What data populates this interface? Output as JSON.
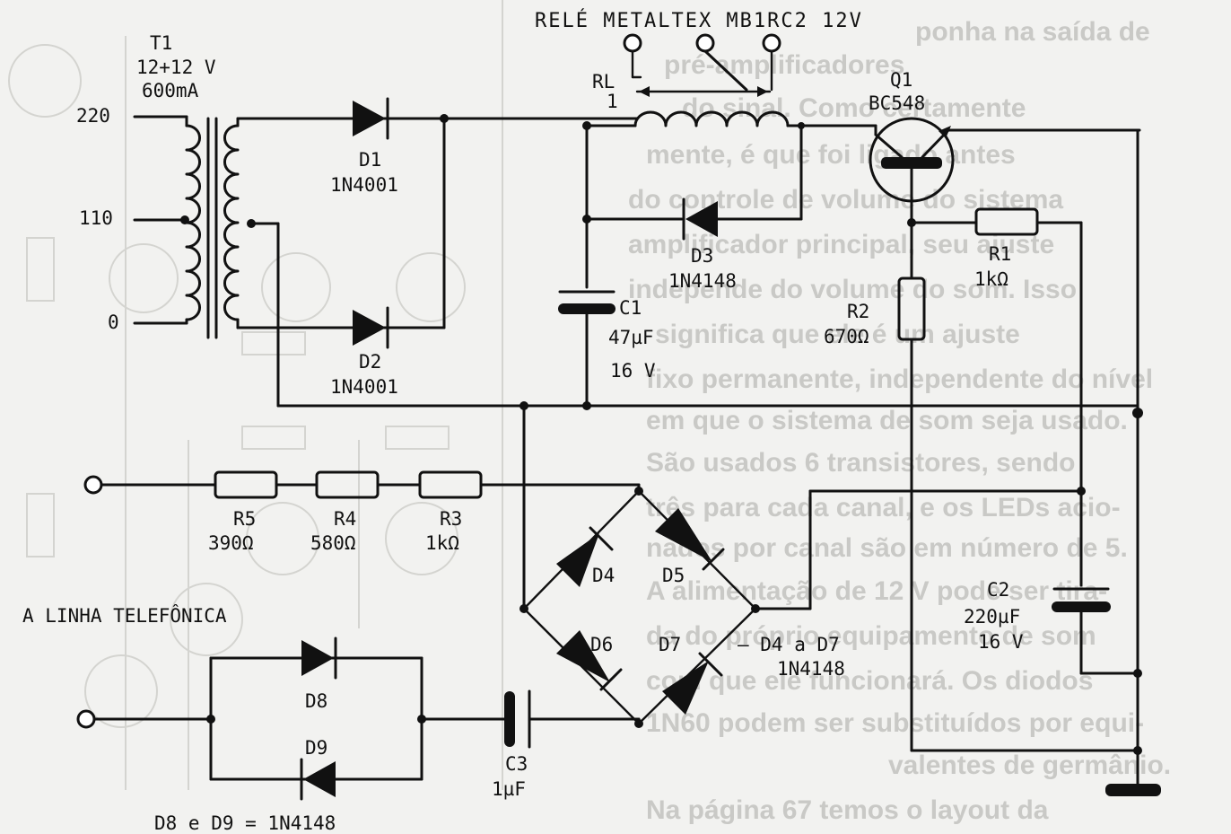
{
  "title": "RELÉ METALTEX MB1RC2 12V",
  "labels": {
    "t1_name": "T1",
    "t1_rating": "12+12 V",
    "t1_current": "600mA",
    "v220": "220",
    "v110": "110",
    "v0": "0",
    "d1": "D1",
    "d1_part": "1N4001",
    "d2": "D2",
    "d2_part": "1N4001",
    "rl": "RL",
    "rl_num": "1",
    "d3": "D3",
    "d3_part": "1N4148",
    "c1": "C1",
    "c1_value": "47µF",
    "c1_voltage": "16 V",
    "q1": "Q1",
    "q1_part": "BC548",
    "r1": "R1",
    "r1_value": "1kΩ",
    "r2": "R2",
    "r2_value": "670Ω",
    "r5": "R5",
    "r5_value": "390Ω",
    "r4": "R4",
    "r4_value": "580Ω",
    "r3": "R3",
    "r3_value": "1kΩ",
    "line": "A LINHA TELEFÔNICA",
    "d4": "D4",
    "d5": "D5",
    "d6": "D6",
    "d7": "D7",
    "d4d7_note": "— D4 a D7",
    "d4d7_part": "1N4148",
    "c2": "C2",
    "c2_value": "220µF",
    "c2_voltage": "16 V",
    "d8": "D8",
    "d9": "D9",
    "d8d9_note": "D8 e D9 = 1N4148",
    "c3": "C3",
    "c3_value": "1µF"
  },
  "background_text": [
    "ponha na saída de",
    "pré-amplificadores",
    "do sinal. Como certamente",
    "mente, é que foi ligado antes",
    "do controle de volume do sistema",
    "amplificador principal, seu ajuste",
    "independe do volume do som. Isso",
    "significa que ele é um ajuste",
    "fixo permanente, independente do nível",
    "em que o sistema de som seja usado.",
    "São usados 6 transistores, sendo",
    "três para cada canal, e os LEDs acio-",
    "nados por canal são em número de 5.",
    "A alimentação de 12 V pode ser tira-",
    "da do próprio equipamento de som",
    "com que ele funcionará. Os diodos",
    "1N60 podem ser substituídos por equi-",
    "valentes de germânio.",
    "Na página 67 temos o layout da"
  ]
}
